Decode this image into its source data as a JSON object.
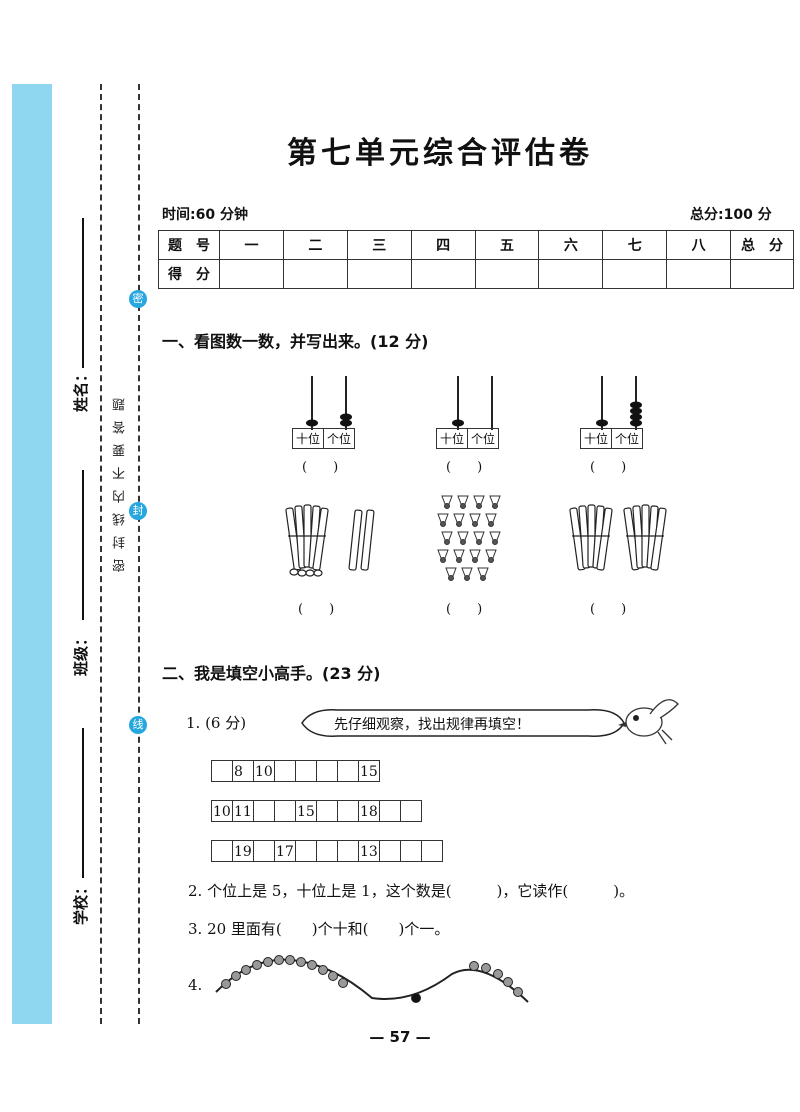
{
  "sidebar": {
    "name_label": "姓名：",
    "class_label": "班级：",
    "school_label": "学校：",
    "seal_notice": "密封线内不要答题",
    "seal_markers": [
      "密",
      "封",
      "线"
    ]
  },
  "header": {
    "title": "第七单元综合评估卷",
    "time": "时间:60 分钟",
    "total": "总分:100 分"
  },
  "score_table": {
    "row1": [
      "题　号",
      "一",
      "二",
      "三",
      "四",
      "五",
      "六",
      "七",
      "八",
      "总　分"
    ],
    "row2_label": "得　分"
  },
  "section1": {
    "heading": "一、看图数一数，并写出来。(12 分)",
    "abacus_labels": [
      "十位",
      "个位"
    ],
    "paren": "(　　)"
  },
  "section2": {
    "heading": "二、我是填空小高手。(23 分)",
    "q1_label": "1. (6 分)",
    "banner": "先仔细观察，找出规律再填空！",
    "rows": [
      [
        "",
        "8",
        "10",
        "",
        "",
        "",
        "",
        "15"
      ],
      [
        "10",
        "11",
        "",
        "",
        "15",
        "",
        "",
        "18",
        "",
        ""
      ],
      [
        "",
        "19",
        "",
        "17",
        "",
        "",
        "",
        "13",
        "",
        "",
        ""
      ]
    ],
    "q2": "2. 个位上是 5，十位上是 1，这个数是(　　　)，它读作(　　　)。",
    "q3": "3. 20 里面有(　　)个十和(　　)个一。",
    "q4": "4."
  },
  "footer": {
    "page": "— 57 —"
  }
}
